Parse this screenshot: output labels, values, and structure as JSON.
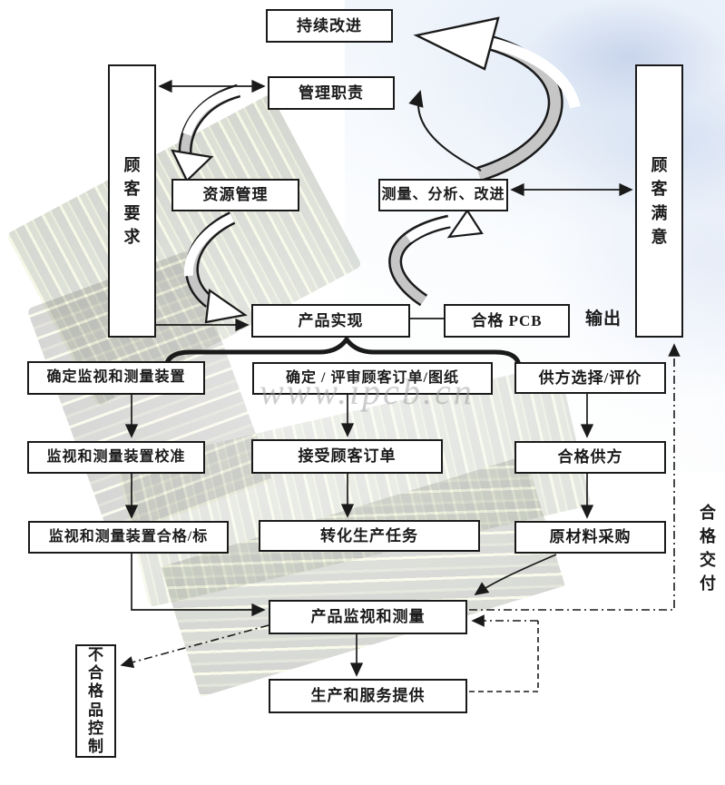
{
  "nodes": {
    "continuous_improvement": "持续改进",
    "management_responsibility": "管理职责",
    "customer_requirements": "顾客要求",
    "resource_management": "资源管理",
    "measurement_analysis_improvement": "测量、分析、改进",
    "customer_satisfaction": "顾客满意",
    "product_realization": "产品实现",
    "qualified_pcb": "合格 PCB",
    "determine_monitoring_devices": "确定监视和测量装置",
    "determine_review_order": "确定 / 评审顾客订单/图纸",
    "supplier_selection": "供方选择/评价",
    "device_calibration": "监视和测量装置校准",
    "accept_customer_order": "接受顾客订单",
    "qualified_supplier": "合格供方",
    "device_qualified": "监视和测量装置合格/标",
    "transform_production_task": "转化生产任务",
    "raw_material_purchase": "原材料采购",
    "product_monitoring_measurement": "产品监视和测量",
    "production_service_provision": "生产和服务提供",
    "nonconforming_product_control": "不合格品控制"
  },
  "annotations": {
    "output": "输出",
    "qualified_delivery": "合格交付",
    "watermark": "www.ipcb.cn"
  },
  "colors": {
    "line": "#1a1a1a",
    "swirl_gray": "#c6c6c6",
    "box_fill": "#ffffff"
  }
}
